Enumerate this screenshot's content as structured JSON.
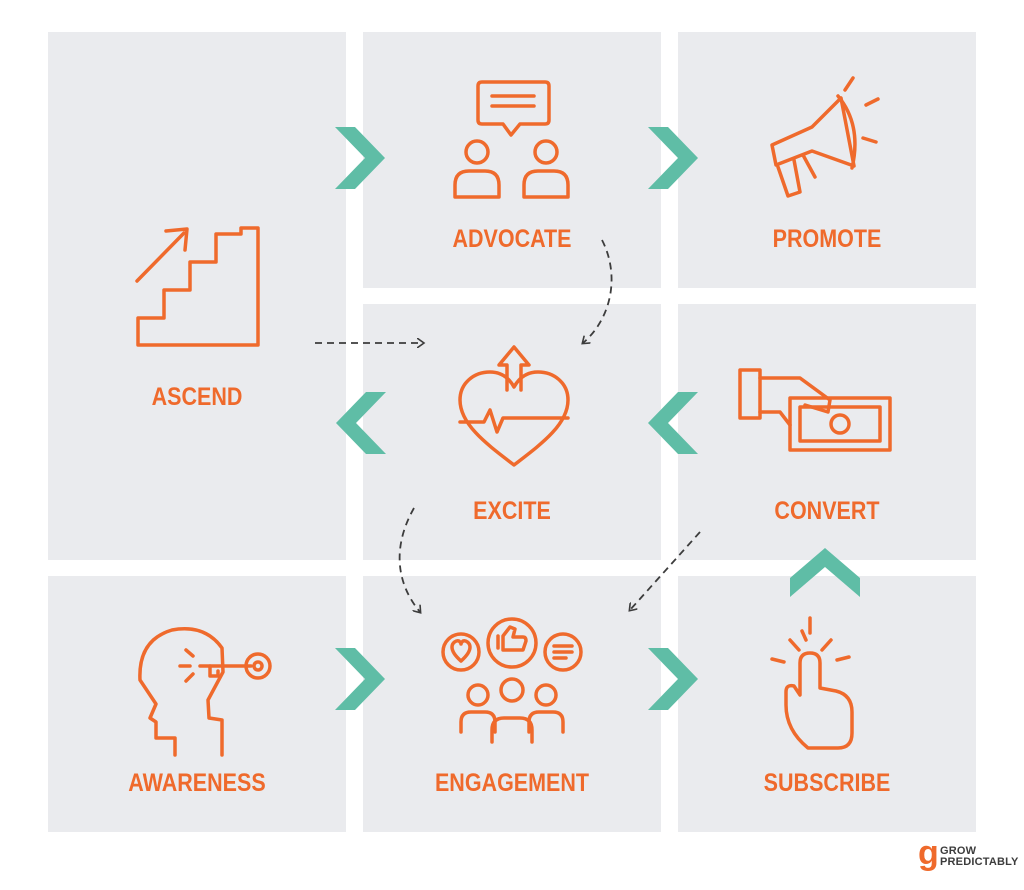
{
  "steps": {
    "ascend": "ASCEND",
    "advocate": "ADVOCATE",
    "promote": "PROMOTE",
    "excite": "EXCITE",
    "convert": "CONVERT",
    "awareness": "AWARENESS",
    "engagement": "ENGAGEMENT",
    "subscribe": "SUBSCRIBE"
  },
  "logo": {
    "line1": "GROW",
    "line2": "PREDICTABLY"
  },
  "colors": {
    "accent": "#ef6a2c",
    "arrow": "#5fbda6",
    "tile": "#eaebee",
    "dash": "#3c3c3c"
  },
  "icons": [
    "stairs-icon",
    "chat-people-icon",
    "megaphone-icon",
    "heart-rate-icon",
    "money-hand-icon",
    "head-key-icon",
    "social-group-icon",
    "finger-tap-icon"
  ]
}
